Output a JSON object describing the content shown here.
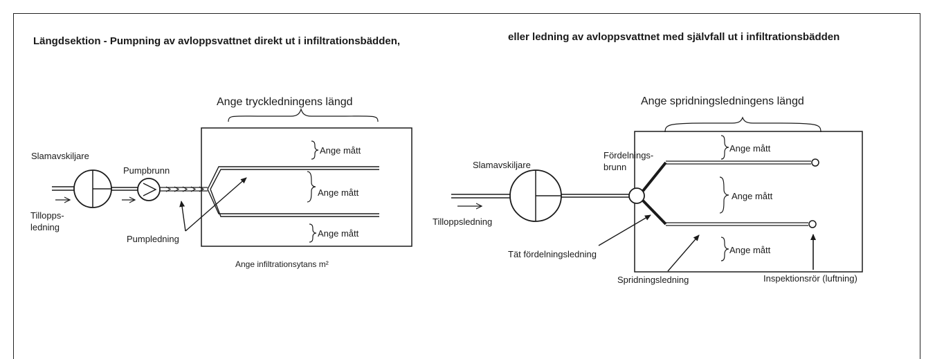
{
  "headings": {
    "left": "Längdsektion - Pumpning av avloppsvattnet direkt ut i infiltrationsbädden,",
    "right": "eller ledning av avloppsvattnet med självfall ut i infiltrationsbädden"
  },
  "left_diagram": {
    "length_label": "Ange tryckledningens längd",
    "septic_tank": "Slamavskiljare",
    "pump_well": "Pumpbrunn",
    "inlet_line_1": "Tillopps-",
    "inlet_line_2": "ledning",
    "pump_line": "Pumpledning",
    "measure_top": "Ange mått",
    "measure_middle": "Ange mått",
    "measure_bottom": "Ange mått",
    "area_label": "Ange infiltrationsytans m²"
  },
  "right_diagram": {
    "length_label": "Ange spridningsledningens längd",
    "septic_tank": "Slamavskiljare",
    "distribution_well_1": "Fördelnings-",
    "distribution_well_2": "brunn",
    "inlet_line": "Tilloppsledning",
    "measure_top": "Ange mått",
    "measure_middle": "Ange mått",
    "measure_bottom": "Ange mått",
    "sealed_line": "Tät fördelningsledning",
    "spread_line": "Spridningsledning",
    "inspection_pipe": "Inspektionsrör (luftning)"
  }
}
